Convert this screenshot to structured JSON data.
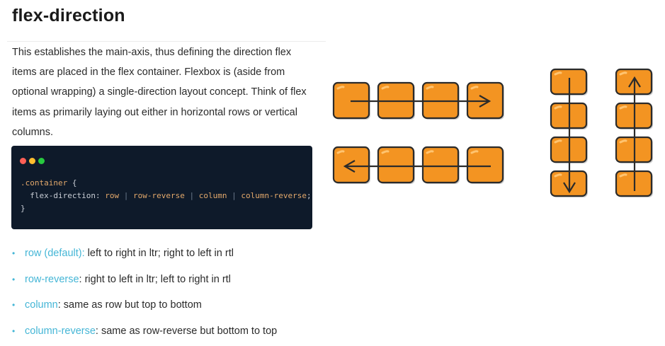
{
  "title": "flex-direction",
  "intro": "This establishes the main-axis, thus defining the direction flex items are placed in the flex container. Flexbox is (aside from optional wrapping) a single-direction layout concept. Think of flex items as primarily laying out either in horizontal rows or vertical columns.",
  "code": {
    "window_dots": [
      "#ff5f56",
      "#ffbd2e",
      "#27c93f"
    ],
    "selector": ".container",
    "open_brace": "{",
    "property": "flex-direction",
    "values": [
      "row",
      "row-reverse",
      "column",
      "column-reverse"
    ],
    "close_brace": "}"
  },
  "items": [
    {
      "term": "row (default):",
      "desc": " left to right in ltr; right to left in rtl"
    },
    {
      "term": "row-reverse",
      "desc": ": right to left in ltr; left to right in rtl"
    },
    {
      "term": "column",
      "desc": ": same as row but top to bottom"
    },
    {
      "term": "column-reverse",
      "desc": ": same as row-reverse but bottom to top"
    }
  ],
  "colors": {
    "accent": "#45b6d6",
    "box_fill": "#f39422",
    "box_stroke": "#2b2b2b",
    "code_bg": "#0e1a2a"
  },
  "illustration": {
    "diagrams": [
      {
        "name": "row",
        "arrow": "right"
      },
      {
        "name": "row-reverse",
        "arrow": "left"
      },
      {
        "name": "column",
        "arrow": "down"
      },
      {
        "name": "column-reverse",
        "arrow": "up"
      }
    ]
  }
}
